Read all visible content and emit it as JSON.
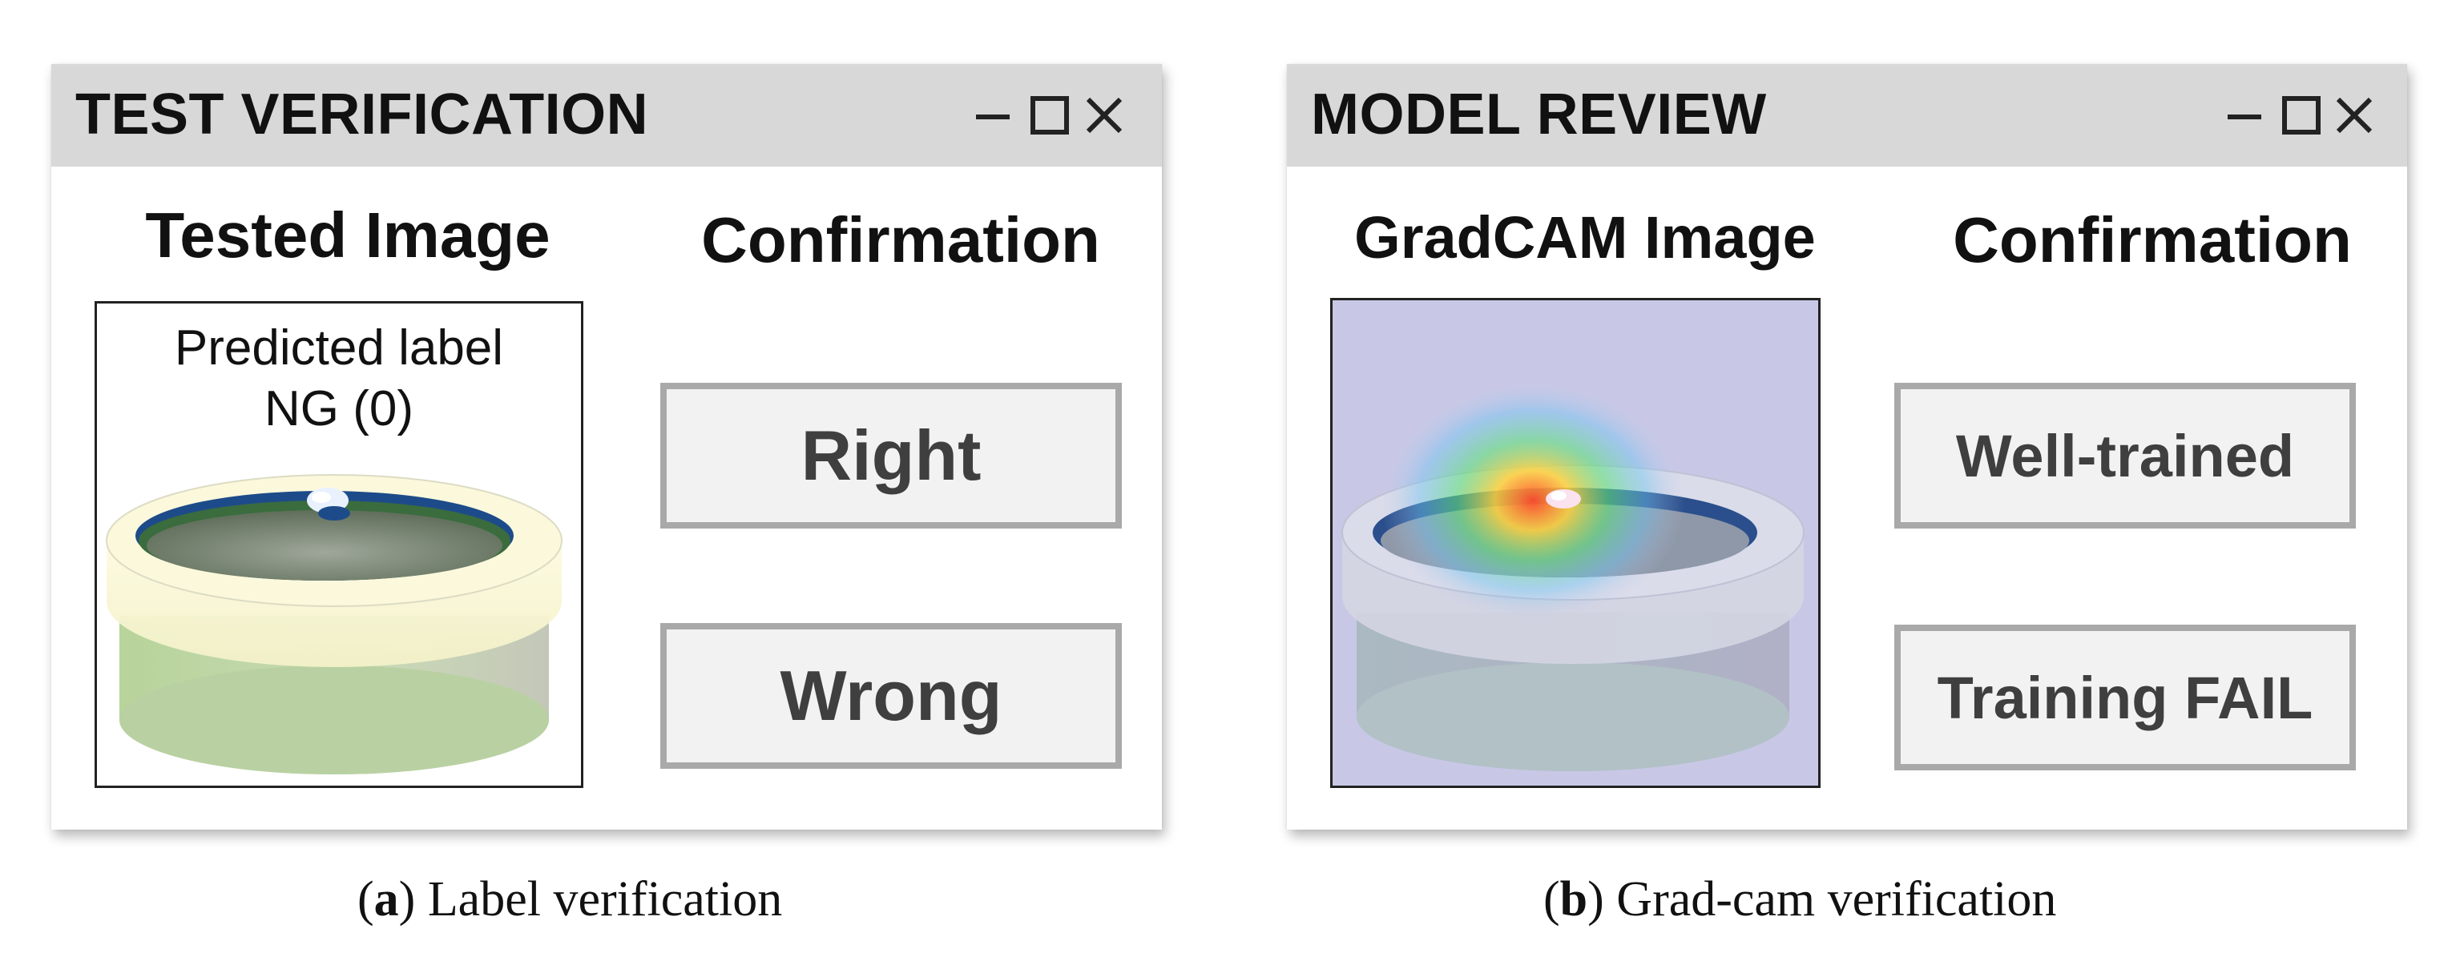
{
  "panel_a": {
    "window_title": "TEST VERIFICATION",
    "left_header": "Tested Image",
    "right_header": "Confirmation",
    "predicted_label_line1": "Predicted label",
    "predicted_label_line2": "NG (0)",
    "buttons": [
      "Right",
      "Wrong"
    ],
    "caption_letter": "a",
    "caption_text": "Label verification"
  },
  "panel_b": {
    "window_title": "MODEL REVIEW",
    "left_header": "GradCAM Image",
    "right_header": "Confirmation",
    "buttons": [
      "Well-trained",
      "Training FAIL"
    ],
    "caption_letter": "b",
    "caption_text": "Grad-cam verification"
  },
  "window_controls": [
    "minimize-icon",
    "maximize-icon",
    "close-icon"
  ],
  "colors": {
    "titlebar": "#d8d8d8",
    "button_fill": "#f2f2f2",
    "button_border": "#a9a9a9",
    "button_text": "#3f3f3f",
    "gradcam_overlay": "#c8c8e6"
  }
}
